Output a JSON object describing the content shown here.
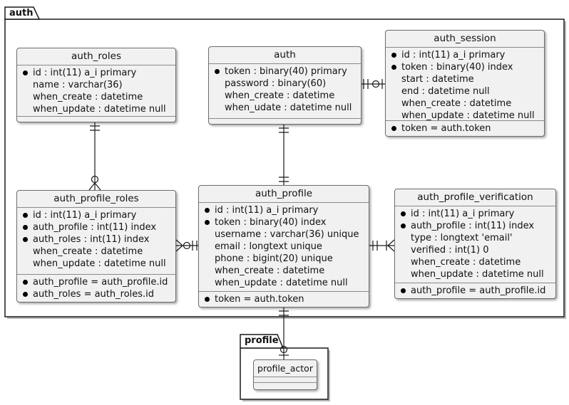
{
  "diagram_type": "database-er-diagram",
  "colors": {
    "background": "#ffffff",
    "table_fill": "#f1f1f1",
    "table_border": "#6e6e6e",
    "compartment_separator": "#8a8a8a",
    "package_border": "#1a1a1a",
    "connector": "#1a1a1a",
    "text": "#111111"
  },
  "icons": {
    "key_bullet": "filled-circle"
  },
  "packages": {
    "auth": {
      "label": "auth"
    },
    "profile": {
      "label": "profile"
    }
  },
  "tables": {
    "auth_roles": {
      "title": "auth_roles",
      "attrs": [
        {
          "key": true,
          "text": "id : int(11) a_i primary"
        },
        {
          "key": false,
          "text": "name : varchar(36)"
        },
        {
          "key": false,
          "text": "when_create : datetime"
        },
        {
          "key": false,
          "text": "when_update : datetime null"
        }
      ],
      "footer": []
    },
    "auth": {
      "title": "auth",
      "attrs": [
        {
          "key": true,
          "text": "token : binary(40) primary"
        },
        {
          "key": false,
          "text": "password : binary(60)"
        },
        {
          "key": false,
          "text": "when_create : datetime"
        },
        {
          "key": false,
          "text": "when_udate : datetime null"
        }
      ],
      "footer": []
    },
    "auth_session": {
      "title": "auth_session",
      "attrs": [
        {
          "key": true,
          "text": "id : int(11) a_i primary"
        },
        {
          "key": true,
          "text": "token : binary(40) index"
        },
        {
          "key": false,
          "text": "start : datetime"
        },
        {
          "key": false,
          "text": "end : datetime null"
        },
        {
          "key": false,
          "text": "when_create : datetime"
        },
        {
          "key": false,
          "text": "when_update : datetime null"
        }
      ],
      "footer": [
        {
          "key": true,
          "text": "token = auth.token"
        }
      ]
    },
    "auth_profile_roles": {
      "title": "auth_profile_roles",
      "attrs": [
        {
          "key": true,
          "text": "id : int(11) a_i primary"
        },
        {
          "key": true,
          "text": "auth_profile : int(11) index"
        },
        {
          "key": true,
          "text": "auth_roles : int(11) index"
        },
        {
          "key": false,
          "text": "when_create : datetime"
        },
        {
          "key": false,
          "text": "when_update : datetime null"
        }
      ],
      "footer": [
        {
          "key": true,
          "text": "auth_profile = auth_profile.id"
        },
        {
          "key": true,
          "text": "auth_roles = auth_roles.id"
        }
      ]
    },
    "auth_profile": {
      "title": "auth_profile",
      "attrs": [
        {
          "key": true,
          "text": "id : int(11) a_i primary"
        },
        {
          "key": true,
          "text": "token : binary(40) index"
        },
        {
          "key": false,
          "text": "username : varchar(36) unique"
        },
        {
          "key": false,
          "text": "email : longtext unique"
        },
        {
          "key": false,
          "text": "phone : bigint(20) unique"
        },
        {
          "key": false,
          "text": "when_create : datetime"
        },
        {
          "key": false,
          "text": "when_update : datetime null"
        }
      ],
      "footer": [
        {
          "key": true,
          "text": "token = auth.token"
        }
      ]
    },
    "auth_profile_verification": {
      "title": "auth_profile_verification",
      "attrs": [
        {
          "key": true,
          "text": "id : int(11) a_i primary"
        },
        {
          "key": true,
          "text": "auth_profile : int(11) index"
        },
        {
          "key": false,
          "text": "type : longtext 'email'"
        },
        {
          "key": false,
          "text": "verified : int(1) 0"
        },
        {
          "key": false,
          "text": "when_create : datetime"
        },
        {
          "key": false,
          "text": "when_update : datetime null"
        }
      ],
      "footer": [
        {
          "key": true,
          "text": "auth_profile = auth_profile.id"
        }
      ]
    },
    "profile_actor": {
      "title": "profile_actor",
      "attrs": [],
      "footer": []
    }
  },
  "relationships": [
    {
      "from": "auth_roles",
      "to": "auth_profile_roles",
      "from_end": "exactly-one",
      "to_end": "zero-or-many"
    },
    {
      "from": "auth",
      "to": "auth_profile",
      "from_end": "exactly-one",
      "to_end": "exactly-one"
    },
    {
      "from": "auth",
      "to": "auth_session",
      "from_end": "exactly-one",
      "to_end": "zero-or-one"
    },
    {
      "from": "auth_profile_roles",
      "to": "auth_profile",
      "from_end": "zero-or-many",
      "to_end": "exactly-one"
    },
    {
      "from": "auth_profile",
      "to": "auth_profile_verification",
      "from_end": "exactly-one",
      "to_end": "one-or-many"
    },
    {
      "from": "auth_profile",
      "to": "profile_actor",
      "from_end": "exactly-one",
      "to_end": "zero-or-one"
    }
  ]
}
